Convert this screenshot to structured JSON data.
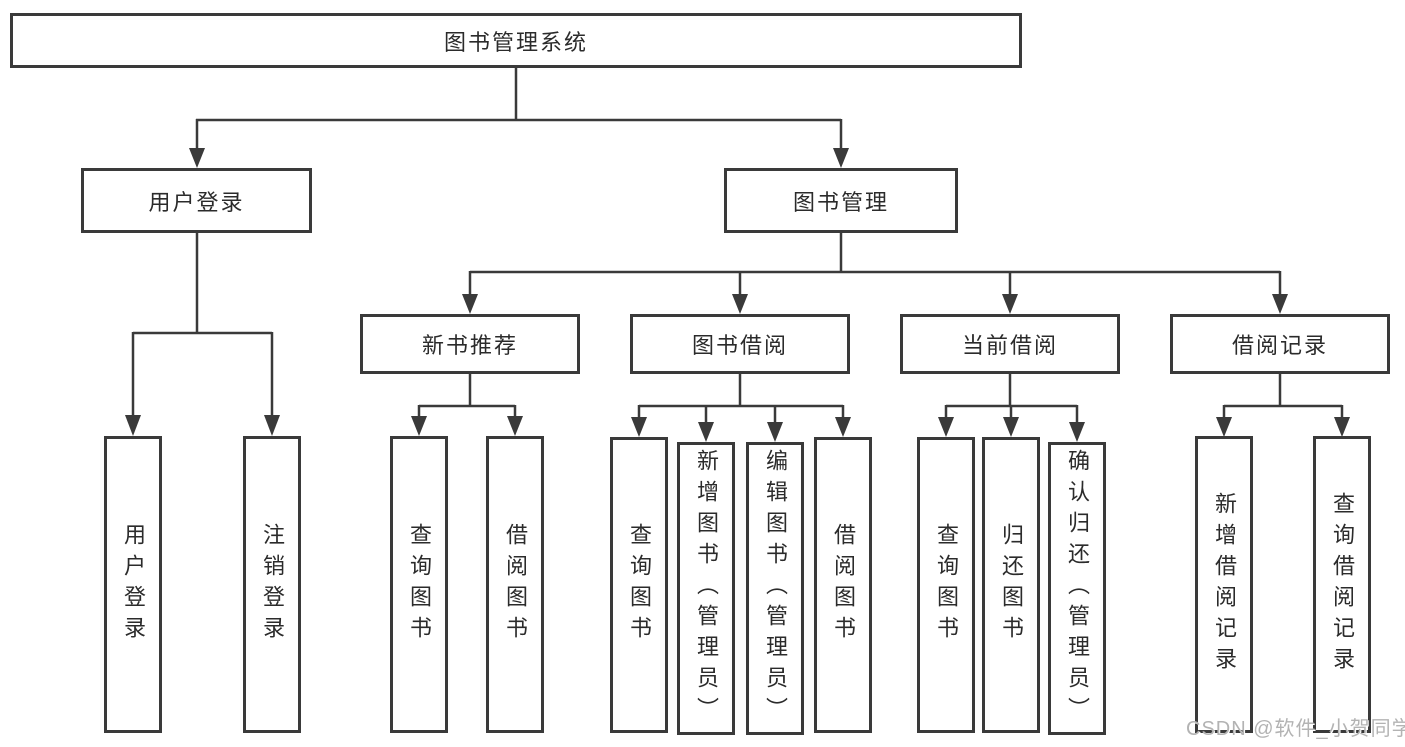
{
  "tree": {
    "label": "图书管理系统",
    "children": [
      {
        "label": "用户登录",
        "children": [
          {
            "label": "用户登录"
          },
          {
            "label": "注销登录"
          }
        ]
      },
      {
        "label": "图书管理",
        "children": [
          {
            "label": "新书推荐",
            "children": [
              {
                "label": "查询图书"
              },
              {
                "label": "借阅图书"
              }
            ]
          },
          {
            "label": "图书借阅",
            "children": [
              {
                "label": "查询图书"
              },
              {
                "label": "新增图书（管理员）"
              },
              {
                "label": "编辑图书（管理员）"
              },
              {
                "label": "借阅图书"
              }
            ]
          },
          {
            "label": "当前借阅",
            "children": [
              {
                "label": "查询图书"
              },
              {
                "label": "归还图书"
              },
              {
                "label": "确认归还（管理员）"
              }
            ]
          },
          {
            "label": "借阅记录",
            "children": [
              {
                "label": "新增借阅记录"
              },
              {
                "label": "查询借阅记录"
              }
            ]
          }
        ]
      }
    ]
  },
  "watermark": {
    "text": "CSDN @软件_小贺同学"
  },
  "colors": {
    "line": "#3a3a3a",
    "box_border": "#3a3a3a",
    "box_fill": "#ffffff",
    "text": "#2b2b2b",
    "watermark": "#b3b3b3",
    "background": "#ffffff"
  }
}
